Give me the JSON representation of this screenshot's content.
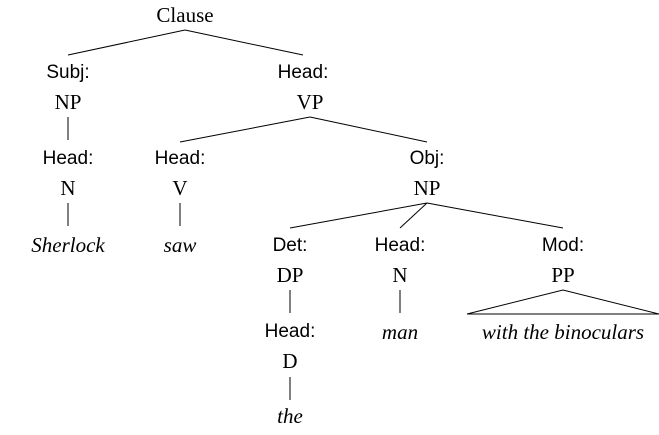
{
  "tree": {
    "root": "Clause",
    "subj": {
      "function": "Subj:",
      "category": "NP"
    },
    "subj_head": {
      "function": "Head:",
      "category": "N",
      "word": "Sherlock"
    },
    "pred": {
      "function": "Head:",
      "category": "VP"
    },
    "verb": {
      "function": "Head:",
      "category": "V",
      "word": "saw"
    },
    "obj": {
      "function": "Obj:",
      "category": "NP"
    },
    "det": {
      "function": "Det:",
      "category": "DP"
    },
    "det_head": {
      "function": "Head:",
      "category": "D",
      "word": "the"
    },
    "obj_head": {
      "function": "Head:",
      "category": "N",
      "word": "man"
    },
    "mod": {
      "function": "Mod:",
      "category": "PP",
      "word": "with the binoculars"
    }
  }
}
